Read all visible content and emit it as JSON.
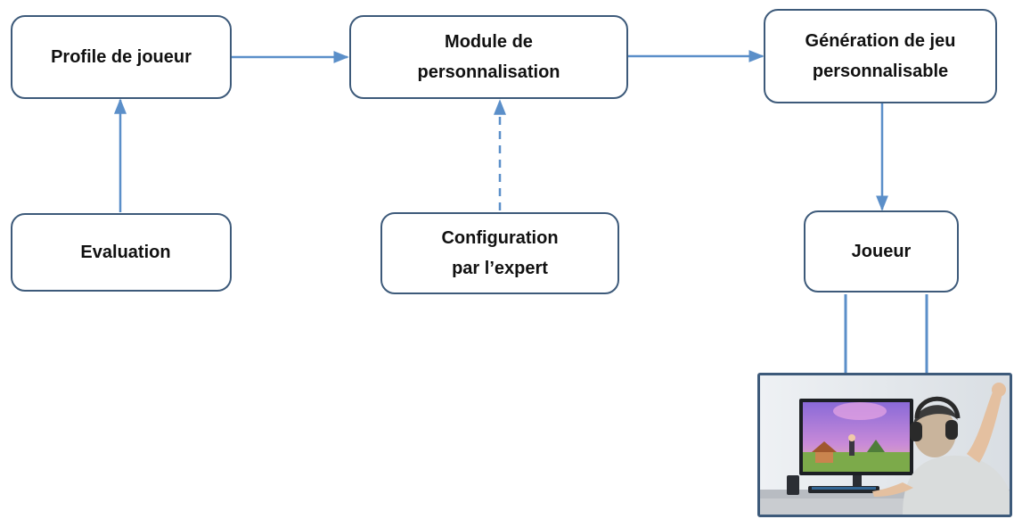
{
  "diagram": {
    "nodes": {
      "profile": {
        "label": "Profile de joueur"
      },
      "module": {
        "label": "Module de\npersonnalisation"
      },
      "generation": {
        "label": "Génération de jeu\npersonnalisable"
      },
      "evaluation": {
        "label": "Evaluation"
      },
      "configuration": {
        "label": "Configuration\npar l’expert"
      },
      "joueur": {
        "label": "Joueur"
      }
    },
    "edges": [
      {
        "from": "profile",
        "to": "module",
        "style": "solid"
      },
      {
        "from": "module",
        "to": "generation",
        "style": "solid"
      },
      {
        "from": "evaluation",
        "to": "profile",
        "style": "solid"
      },
      {
        "from": "configuration",
        "to": "module",
        "style": "dashed"
      },
      {
        "from": "generation",
        "to": "joueur",
        "style": "solid"
      },
      {
        "from": "joueur",
        "to": "player-photo",
        "style": "solid-double"
      }
    ],
    "photo": {
      "subject": "person-with-headset-playing-video-game"
    },
    "colors": {
      "border": "#3d5a7a",
      "connector": "#5b8fc9"
    }
  }
}
